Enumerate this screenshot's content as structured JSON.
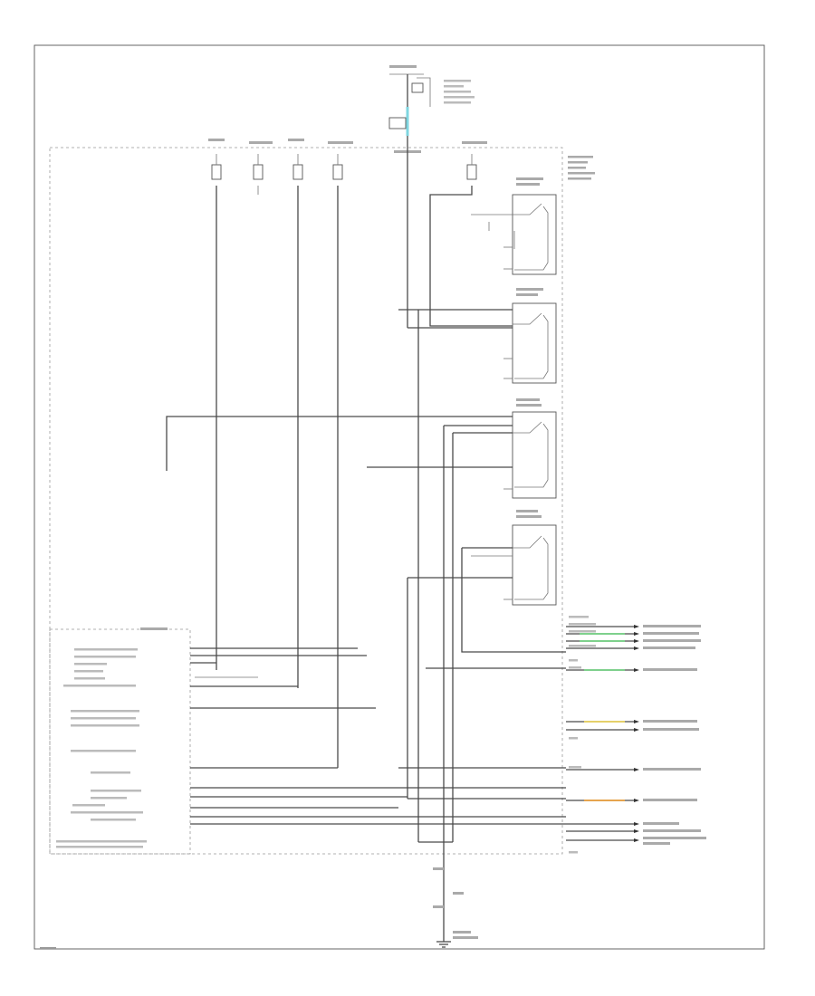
{
  "colors": {
    "wire": "#4a4a4a",
    "highlight_cyan": "#7fd6e0",
    "highlight_green": "#7ed08c",
    "highlight_yellow": "#e5d06a",
    "highlight_orange": "#e6a44e"
  },
  "icons": [
    "fuse-symbol",
    "relay-switch-symbol",
    "ground-symbol",
    "connector-pin-symbol"
  ],
  "page_number": ""
}
